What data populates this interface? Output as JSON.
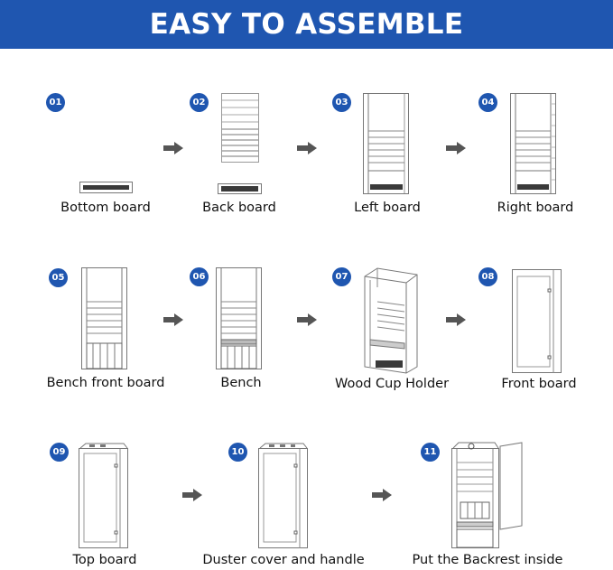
{
  "banner": {
    "title": "EASY TO ASSEMBLE"
  },
  "steps": [
    {
      "number": "01",
      "label": "Bottom board"
    },
    {
      "number": "02",
      "label": "Back board"
    },
    {
      "number": "03",
      "label": "Left board"
    },
    {
      "number": "04",
      "label": "Right board"
    },
    {
      "number": "05",
      "label": "Bench front board"
    },
    {
      "number": "06",
      "label": "Bench"
    },
    {
      "number": "07",
      "label": "Wood Cup Holder"
    },
    {
      "number": "08",
      "label": "Front board"
    },
    {
      "number": "09",
      "label": "Top board"
    },
    {
      "number": "10",
      "label": "Duster cover and handle"
    },
    {
      "number": "11",
      "label": "Put the Backrest inside"
    }
  ],
  "colors": {
    "accent": "#1f56b0",
    "arrow": "#555555",
    "line": "#777777"
  },
  "icons": {
    "arrow": "arrow-right-icon"
  }
}
